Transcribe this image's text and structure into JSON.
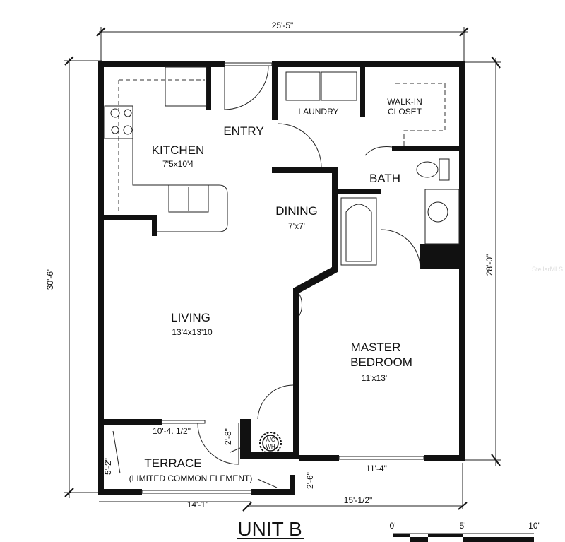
{
  "plan_title": "UNIT B",
  "watermark": "StellarMLS",
  "rooms": {
    "kitchen": {
      "name": "KITCHEN",
      "size": "7'5x10'4"
    },
    "entry": {
      "name": "ENTRY"
    },
    "laundry": {
      "name": "LAUNDRY"
    },
    "closet": {
      "name_line1": "WALK-IN",
      "name_line2": "CLOSET"
    },
    "bath": {
      "name": "BATH"
    },
    "dining": {
      "name": "DINING",
      "size": "7'x7'"
    },
    "living": {
      "name": "LIVING",
      "size": "13'4x13'10"
    },
    "master": {
      "name_line1": "MASTER",
      "name_line2": "BEDROOM",
      "size": "11'x13'"
    },
    "terrace": {
      "name": "TERRACE",
      "note": "(LIMITED COMMON ELEMENT)"
    },
    "ac": {
      "line1": "A/C",
      "line2": "WH"
    }
  },
  "dimensions": {
    "overall_width": "25'-5\"",
    "overall_depth": "30'-6\"",
    "right_depth": "28'-0\"",
    "terrace_width": "10'-4. 1/2\"",
    "terrace_door": "2'-8\"",
    "terrace_depth": "5'-2\"",
    "terrace_total": "14'-1\"",
    "ac_offset": "2'-6\"",
    "bedroom_window": "11'-4\"",
    "bedroom_width": "15'-1/2\""
  },
  "scale": {
    "labels": [
      "0'",
      "5'",
      "10'"
    ]
  }
}
